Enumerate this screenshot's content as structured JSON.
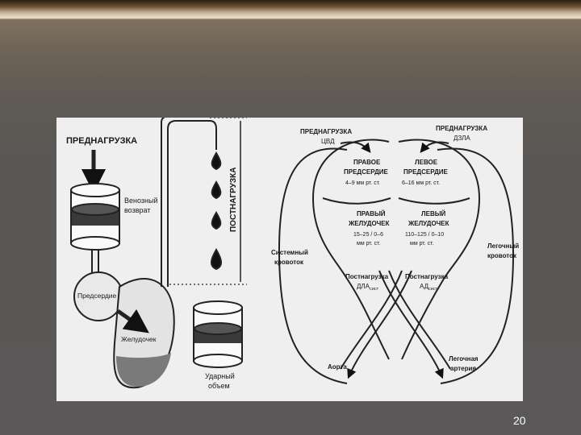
{
  "left_model": {
    "preload": "ПРЕДНАГРУЗКА",
    "venous_return_1": "Венозный",
    "venous_return_2": "возврат",
    "afterload": "ПОСТНАГРУЗКА",
    "atrium": "Предсердие",
    "ventricle": "Желудочек",
    "stroke_volume_1": "Ударный",
    "stroke_volume_2": "объем"
  },
  "right_diagram": {
    "preload_right_1": "ПРЕДНАГРУЗКА",
    "preload_right_2": "ЦВД",
    "preload_left_1": "ПРЕДНАГРУЗКА",
    "preload_left_2": "ДЗЛА",
    "right_atrium_1": "ПРАВОЕ",
    "right_atrium_2": "ПРЕДСЕРДИЕ",
    "right_atrium_p": "4–9 мм рт. ст.",
    "left_atrium_1": "ЛЕВОЕ",
    "left_atrium_2": "ПРЕДСЕРДИЕ",
    "left_atrium_p": "6–16 мм рт. ст.",
    "right_ventricle_1": "ПРАВЫЙ",
    "right_ventricle_2": "ЖЕЛУДОЧЕК",
    "right_ventricle_p1": "15–25 / 0–6",
    "right_ventricle_p2": "мм рт. ст.",
    "left_ventricle_1": "ЛЕВЫЙ",
    "left_ventricle_2": "ЖЕЛУДОЧЕК",
    "left_ventricle_p1": "110–125 / 0–10",
    "left_ventricle_p2": "мм рт. ст.",
    "systemic_1": "Системный",
    "systemic_2": "кровоток",
    "pulmonary_1": "Легочный",
    "pulmonary_2": "кровоток",
    "afterload_r_1": "Постнагрузка",
    "afterload_r_2": "ДЛА",
    "afterload_r_sub": "сист",
    "afterload_l_1": "Постнагрузка",
    "afterload_l_2": "АД",
    "afterload_l_sub": "сист",
    "aorta": "Аорта",
    "pulm_artery_1": "Легочная",
    "pulm_artery_2": "артерия"
  },
  "page_number": "20"
}
